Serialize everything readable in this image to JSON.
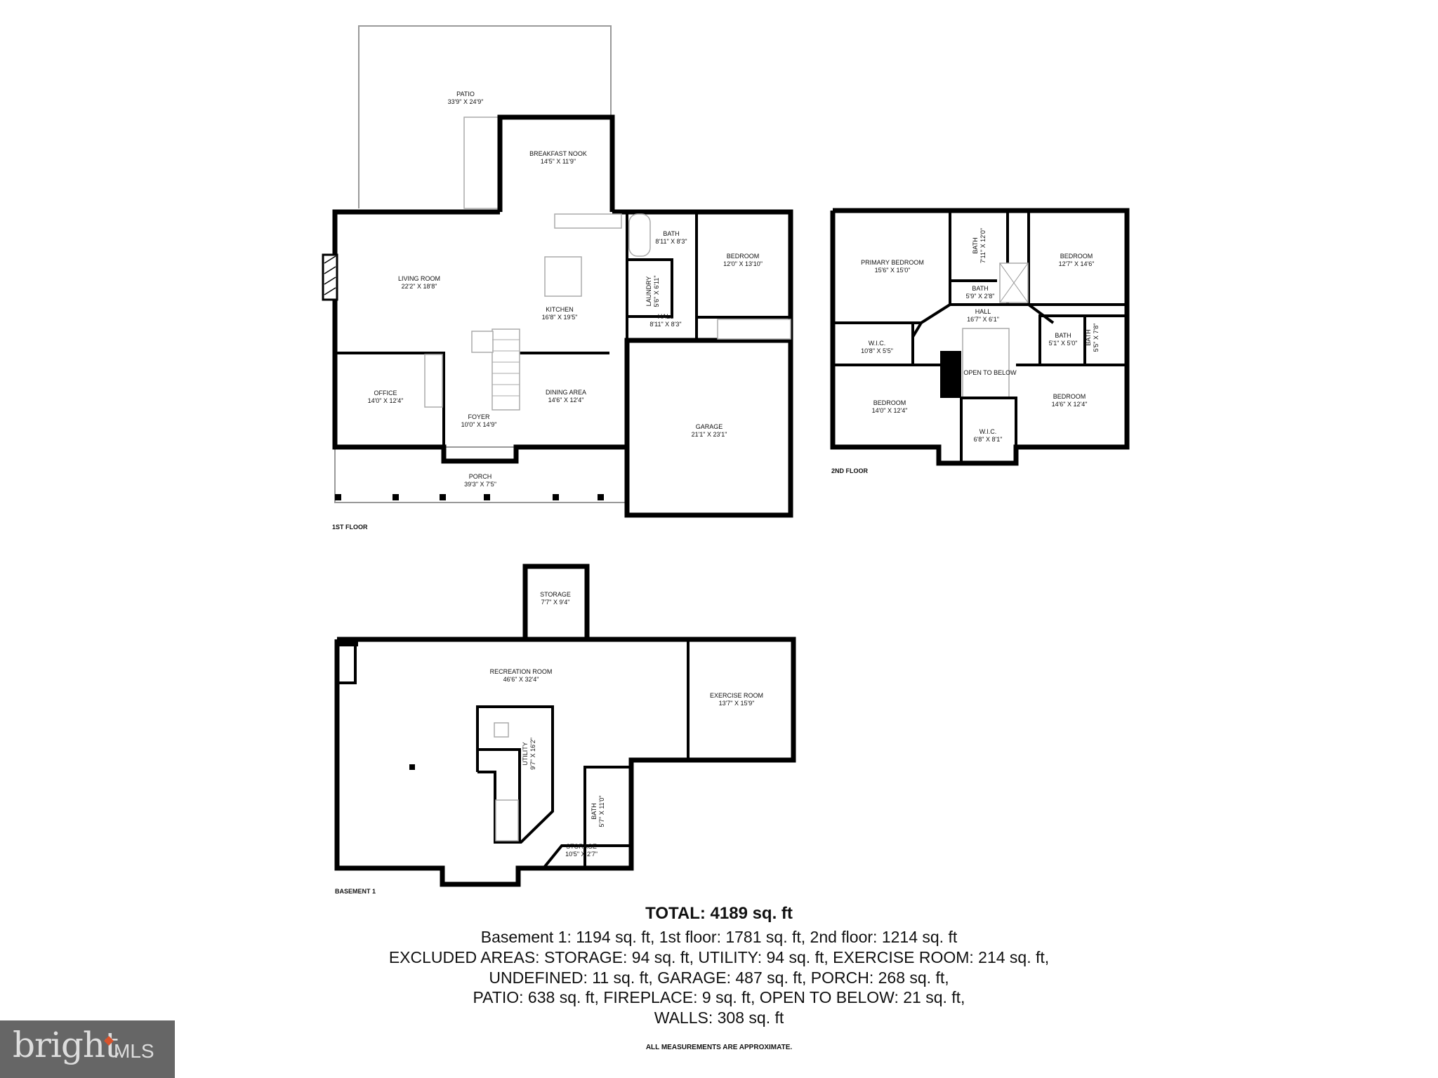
{
  "floors": {
    "first": {
      "label": "1ST FLOOR",
      "rooms": [
        {
          "name": "PATIO",
          "dims": "33'9\" X 24'9\""
        },
        {
          "name": "BREAKFAST NOOK",
          "dims": "14'5\" X 11'9\""
        },
        {
          "name": "LIVING ROOM",
          "dims": "22'2\" X 18'8\""
        },
        {
          "name": "KITCHEN",
          "dims": "16'8\" X 19'5\""
        },
        {
          "name": "BATH",
          "dims": "8'11\" X 8'3\""
        },
        {
          "name": "BEDROOM",
          "dims": "12'0\" X 13'10\""
        },
        {
          "name": "LAUNDRY",
          "dims": "5'6\" X 6'11\""
        },
        {
          "name": "HALL",
          "dims": "8'11\" X 8'3\""
        },
        {
          "name": "OFFICE",
          "dims": "14'0\" X 12'4\""
        },
        {
          "name": "FOYER",
          "dims": "10'0\" X 14'9\""
        },
        {
          "name": "DINING AREA",
          "dims": "14'6\" X 12'4\""
        },
        {
          "name": "GARAGE",
          "dims": "21'1\" X 23'1\""
        },
        {
          "name": "PORCH",
          "dims": "39'3\" X 7'5\""
        }
      ]
    },
    "second": {
      "label": "2ND FLOOR",
      "rooms": [
        {
          "name": "PRIMARY BEDROOM",
          "dims": "15'6\" X 15'0\""
        },
        {
          "name": "BATH",
          "dims": "7'11\" X 12'0\""
        },
        {
          "name": "BEDROOM",
          "dims": "12'7\" X 14'6\""
        },
        {
          "name": "BATH",
          "dims": "5'9\" X 2'8\""
        },
        {
          "name": "HALL",
          "dims": "16'7\" X 6'1\""
        },
        {
          "name": "W.I.C.",
          "dims": "10'8\" X 5'5\""
        },
        {
          "name": "BATH",
          "dims": "5'1\" X 5'0\""
        },
        {
          "name": "BATH",
          "dims": "5'5\" X 7'8\""
        },
        {
          "name": "OPEN TO BELOW",
          "dims": ""
        },
        {
          "name": "BEDROOM",
          "dims": "14'0\" X 12'4\""
        },
        {
          "name": "BEDROOM",
          "dims": "14'6\" X 12'4\""
        },
        {
          "name": "W.I.C.",
          "dims": "6'8\" X 8'1\""
        }
      ]
    },
    "basement": {
      "label": "BASEMENT 1",
      "rooms": [
        {
          "name": "STORAGE",
          "dims": "7'7\" X 9'4\""
        },
        {
          "name": "RECREATION ROOM",
          "dims": "46'6\" X 32'4\""
        },
        {
          "name": "EXERCISE ROOM",
          "dims": "13'7\" X 15'9\""
        },
        {
          "name": "UTILITY",
          "dims": "9'7\" X 16'2\""
        },
        {
          "name": "BATH",
          "dims": "5'7\" X 11'0\""
        },
        {
          "name": "STORAGE",
          "dims": "10'5\" X 2'7\""
        }
      ]
    }
  },
  "summary": {
    "total": "TOTAL: 4189 sq. ft",
    "lines": [
      "Basement 1: 1194 sq. ft, 1st floor: 1781 sq. ft, 2nd floor: 1214 sq. ft",
      "EXCLUDED AREAS: STORAGE: 94 sq. ft, UTILITY: 94 sq. ft, EXERCISE ROOM: 214 sq. ft,",
      "UNDEFINED: 11 sq. ft, GARAGE: 487 sq. ft, PORCH: 268 sq. ft,",
      "PATIO: 638 sq. ft, FIREPLACE: 9 sq. ft, OPEN TO BELOW: 21 sq. ft,",
      "WALLS: 308 sq. ft"
    ],
    "disclaimer": "ALL MEASUREMENTS ARE APPROXIMATE."
  },
  "logo": {
    "text": "bright",
    "suffix": "MLS",
    "tm": "TM",
    "accent": "#d9532c",
    "background": "#666666"
  }
}
